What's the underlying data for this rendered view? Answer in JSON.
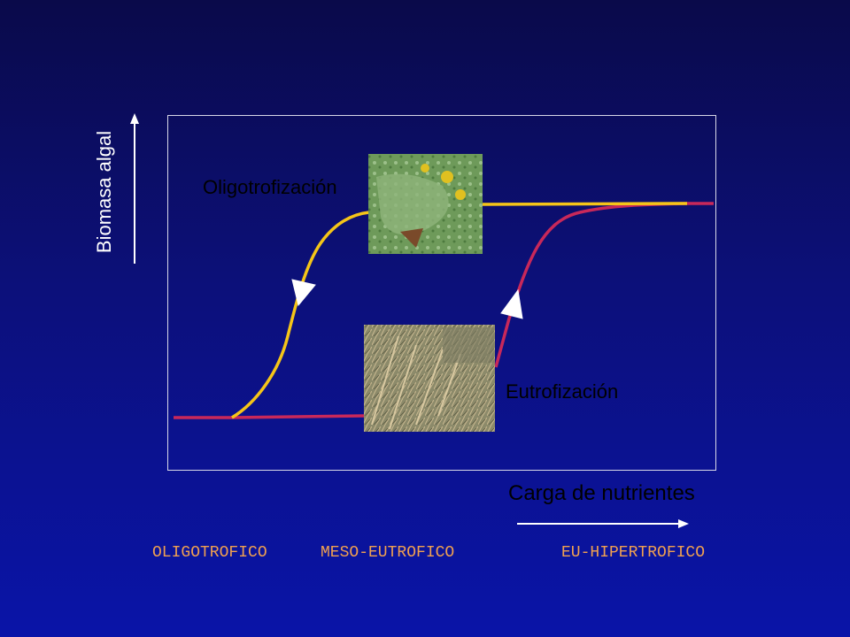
{
  "axes": {
    "y_label": "Biomasa algal",
    "x_label": "Carga de nutrientes"
  },
  "curves": {
    "oligotrophication": {
      "label": "Oligotrofización",
      "color": "#f5c518"
    },
    "eutrophication": {
      "label": "Eutrofización",
      "color": "#c8285a"
    }
  },
  "photos": [
    {
      "name": "floating-plants-photo",
      "depicts": "green water surface with floating leaves"
    },
    {
      "name": "submerged-weeds-photo",
      "depicts": "submerged aquatic weeds"
    }
  ],
  "stages": [
    {
      "label": "OLIGOTROFICO"
    },
    {
      "label": "MESO-EUTROFICO"
    },
    {
      "label": "EU-HIPERTROFICO"
    }
  ],
  "colors": {
    "background_top": "#0a0a4a",
    "background_bottom": "#0a14a8",
    "stage_text": "#f0a050",
    "axis_arrow": "#ffffff"
  }
}
